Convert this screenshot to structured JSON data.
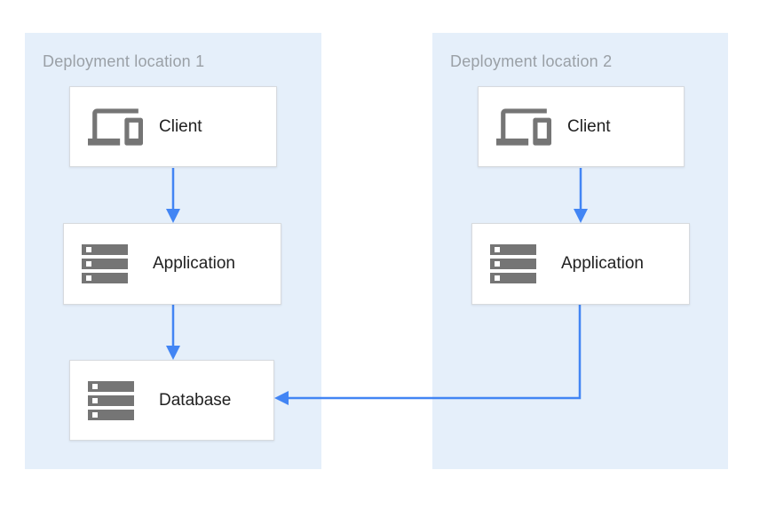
{
  "colors": {
    "panel_bg": "#E5EFFA",
    "arrow": "#4285F4",
    "box_bg": "#FFFFFF",
    "box_border": "#D7DADE",
    "icon_gray": "#757575",
    "group_label_text": "#9AA0A6",
    "node_label_text": "#212121"
  },
  "diagram": {
    "groups": [
      {
        "label": "Deployment location 1",
        "nodes": [
          {
            "label": "Client",
            "icon": "devices-icon"
          },
          {
            "label": "Application",
            "icon": "server-stack-icon"
          },
          {
            "label": "Database",
            "icon": "server-stack-icon"
          }
        ]
      },
      {
        "label": "Deployment location 2",
        "nodes": [
          {
            "label": "Client",
            "icon": "devices-icon"
          },
          {
            "label": "Application",
            "icon": "server-stack-icon"
          }
        ]
      }
    ],
    "edges": [
      {
        "from": "location1.client",
        "to": "location1.application"
      },
      {
        "from": "location1.application",
        "to": "location1.database"
      },
      {
        "from": "location2.client",
        "to": "location2.application"
      },
      {
        "from": "location2.application",
        "to": "location1.database"
      }
    ]
  }
}
